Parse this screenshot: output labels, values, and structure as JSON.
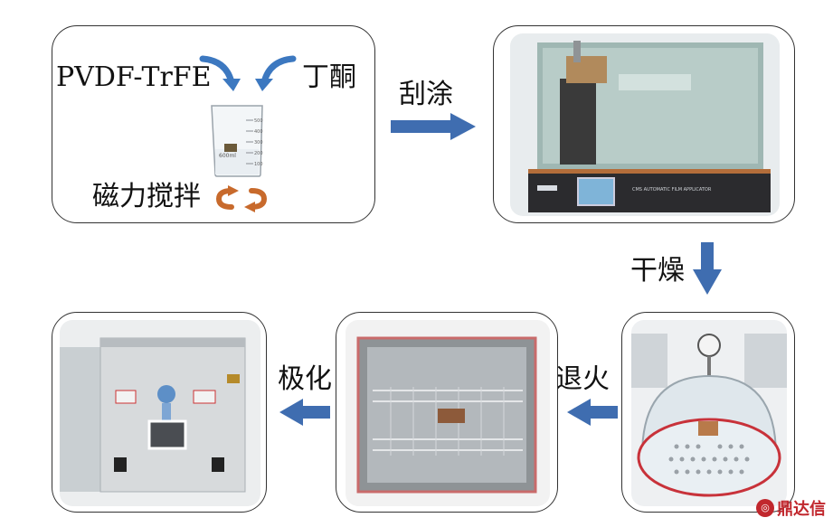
{
  "step1": {
    "material_a": "PVDF-TrFE",
    "material_b": "丁酮",
    "process": "磁力搅拌"
  },
  "beaker": {
    "volume_label": "600ml",
    "ticks": [
      "500",
      "400",
      "300",
      "200",
      "100"
    ]
  },
  "steps": {
    "blade_coat": "刮涂",
    "dry": "干燥",
    "anneal": "退火",
    "pole": "极化"
  },
  "coater": {
    "panel_text": "CMS AUTOMATIC FILM APPLICATOR"
  },
  "watermark": "鼎达信",
  "colors": {
    "arrow": "#3f6db0",
    "curve_arrow": "#3c78c0",
    "stir": "#c86a2c",
    "border": "#333333"
  }
}
